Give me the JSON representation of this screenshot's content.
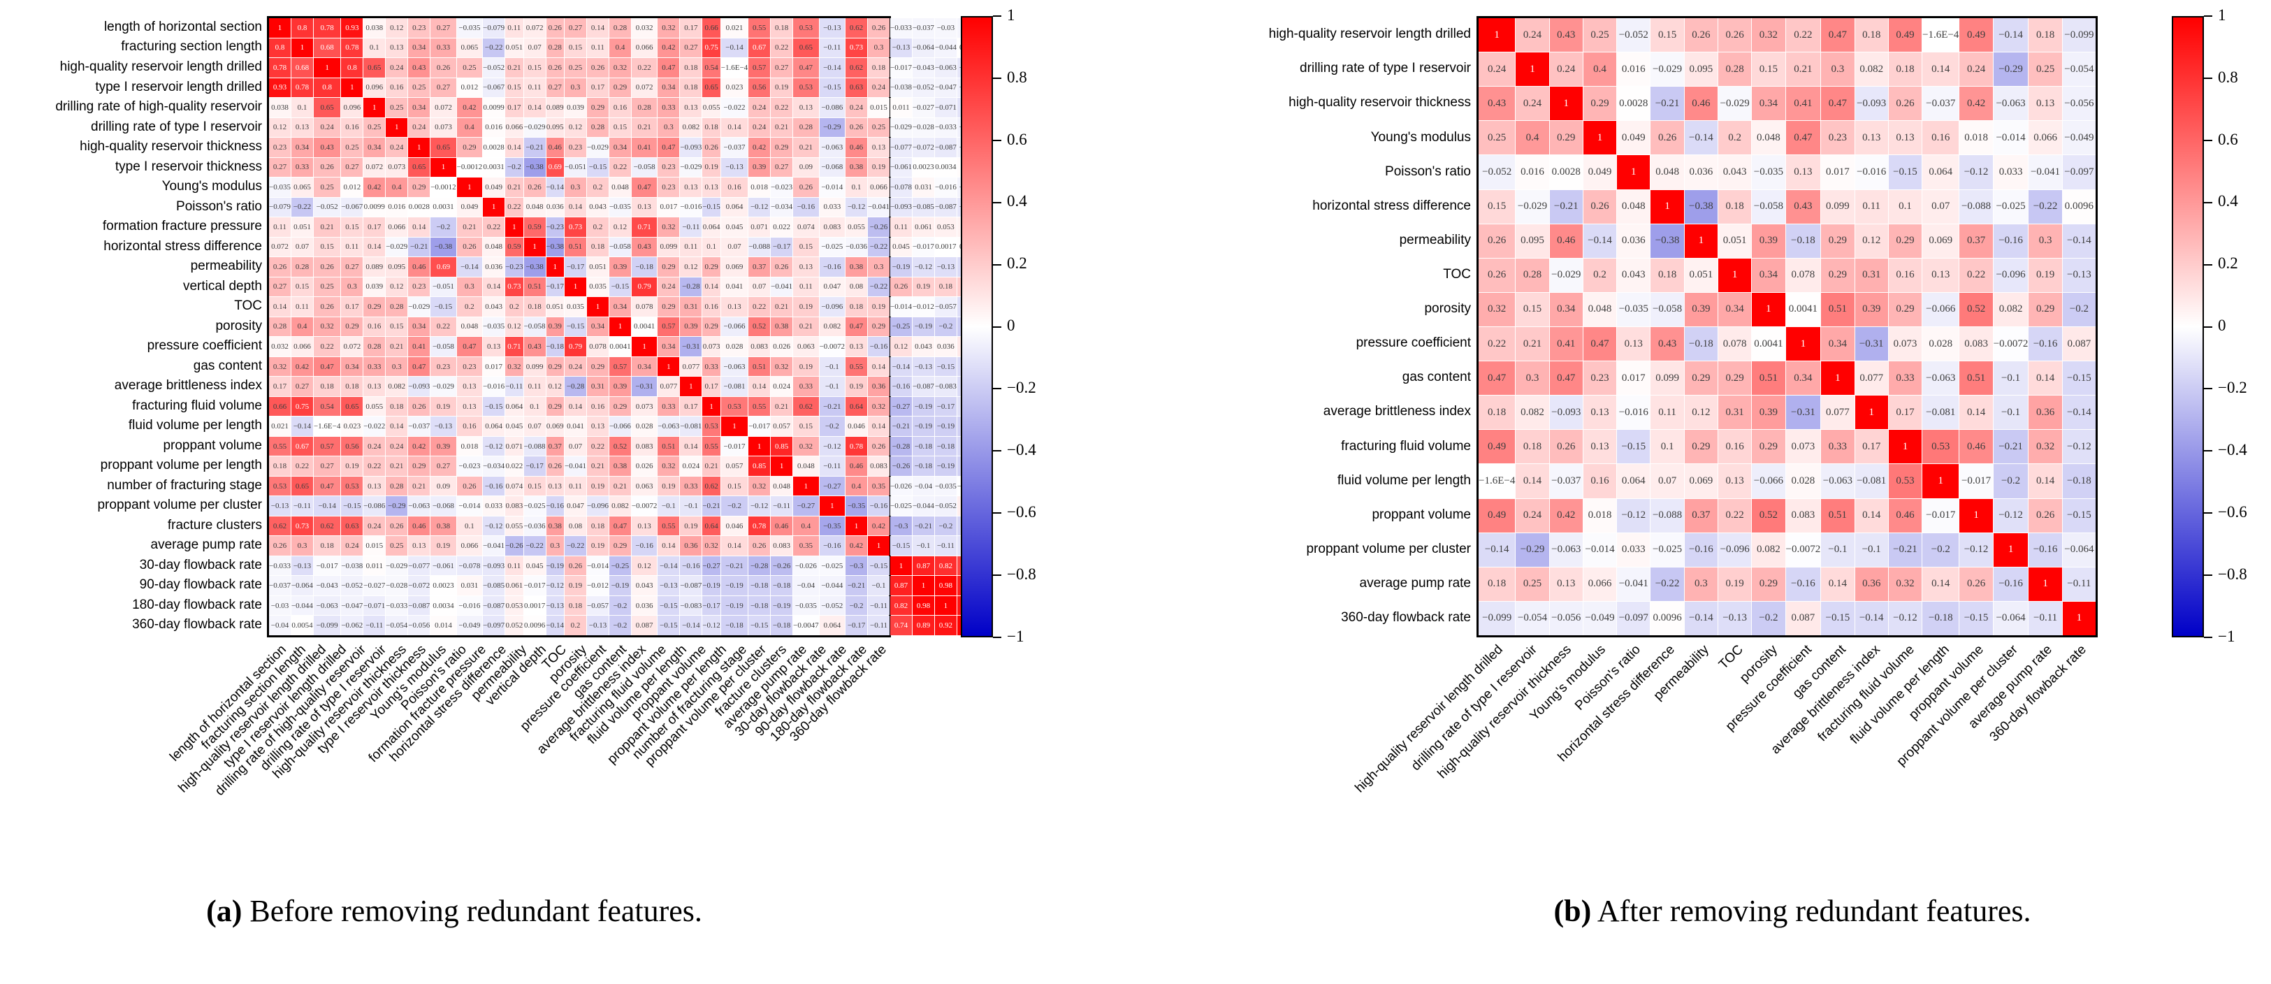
{
  "figure_type": "correlation heatmap comparison",
  "captions": {
    "a": {
      "label": "(a)",
      "text": " Before removing redundant features."
    },
    "b": {
      "label": "(b)",
      "text": " After removing redundant features."
    }
  },
  "colorbar": {
    "ticks": [
      "1",
      "0.8",
      "0.6",
      "0.4",
      "0.2",
      "0",
      "-0.2",
      "-0.4",
      "-0.6",
      "-0.8",
      "-1"
    ],
    "top_color": "#ff0000",
    "mid_color": "#ffffff",
    "bottom_color": "#0000c7"
  },
  "chart_data": [
    {
      "type": "heatmap",
      "panel": "a",
      "title": "(a) Before removing redundant features.",
      "value_range": [
        -1,
        1
      ],
      "colormap": "red-white-blue",
      "legend_position": "right-colorbar",
      "matrix_storage": "lower_triangle_rows_incl_diagonal_symmetric",
      "labels": [
        "length of horizontal section",
        "fracturing section length",
        "high-quality reservoir length drilled",
        "type I reservoir length drilled",
        "drilling rate of high-quality reservoir",
        "drilling rate of type I reservoir",
        "high-quality reservoir thickness",
        "type I reservoir thickness",
        "Young's modulus",
        "Poisson's ratio",
        "formation fracture pressure",
        "horizontal stress difference",
        "permeability",
        "vertical depth",
        "TOC",
        "porosity",
        "pressure coefficient",
        "gas content",
        "average brittleness index",
        "fracturing fluid volume",
        "fluid volume per length",
        "proppant volume",
        "proppant volume per length",
        "number of fracturing stage",
        "proppant volume per cluster",
        "fracture clusters",
        "average pump rate",
        "30-day flowback rate",
        "90-day flowback rate",
        "180-day flowback rate",
        "360-day flowback rate"
      ],
      "values": [
        [
          "1"
        ],
        [
          "0.8",
          "1"
        ],
        [
          "0.78",
          "0.68",
          "1"
        ],
        [
          "0.93",
          "0.78",
          "0.8",
          "1"
        ],
        [
          "0.038",
          "0.1",
          "0.65",
          "0.096",
          "1"
        ],
        [
          "0.12",
          "0.13",
          "0.24",
          "0.16",
          "0.25",
          "1"
        ],
        [
          "0.23",
          "0.34",
          "0.43",
          "0.25",
          "0.34",
          "0.24",
          "1"
        ],
        [
          "0.27",
          "0.33",
          "0.26",
          "0.27",
          "0.072",
          "0.073",
          "0.65",
          "1"
        ],
        [
          "-0.035",
          "0.065",
          "0.25",
          "0.012",
          "0.42",
          "0.4",
          "0.29",
          "-0.0012",
          "1"
        ],
        [
          "-0.079",
          "-0.22",
          "-0.052",
          "-0.067",
          "0.0099",
          "0.016",
          "0.0028",
          "0.0031",
          "0.049",
          "1"
        ],
        [
          "0.11",
          "0.051",
          "0.21",
          "0.15",
          "0.17",
          "0.066",
          "0.14",
          "-0.2",
          "0.21",
          "0.22",
          "1"
        ],
        [
          "0.072",
          "0.07",
          "0.15",
          "0.11",
          "0.14",
          "-0.029",
          "-0.21",
          "-0.38",
          "0.26",
          "0.048",
          "0.59",
          "1"
        ],
        [
          "0.26",
          "0.28",
          "0.26",
          "0.27",
          "0.089",
          "0.095",
          "0.46",
          "0.69",
          "-0.14",
          "0.036",
          "-0.23",
          "-0.38",
          "1"
        ],
        [
          "0.27",
          "0.15",
          "0.25",
          "0.3",
          "0.039",
          "0.12",
          "0.23",
          "-0.051",
          "0.3",
          "0.14",
          "0.73",
          "0.51",
          "-0.17",
          "1"
        ],
        [
          "0.14",
          "0.11",
          "0.26",
          "0.17",
          "0.29",
          "0.28",
          "-0.029",
          "-0.15",
          "0.2",
          "0.043",
          "0.2",
          "0.18",
          "0.051",
          "0.035",
          "1"
        ],
        [
          "0.28",
          "0.4",
          "0.32",
          "0.29",
          "0.16",
          "0.15",
          "0.34",
          "0.22",
          "0.048",
          "-0.035",
          "0.12",
          "-0.058",
          "0.39",
          "-0.15",
          "0.34",
          "1"
        ],
        [
          "0.032",
          "0.066",
          "0.22",
          "0.072",
          "0.28",
          "0.21",
          "0.41",
          "-0.058",
          "0.47",
          "0.13",
          "0.71",
          "0.43",
          "-0.18",
          "0.79",
          "0.078",
          "0.0041",
          "1"
        ],
        [
          "0.32",
          "0.42",
          "0.47",
          "0.34",
          "0.33",
          "0.3",
          "0.47",
          "0.23",
          "0.23",
          "0.017",
          "0.32",
          "0.099",
          "0.29",
          "0.24",
          "0.29",
          "0.57",
          "0.34",
          "1"
        ],
        [
          "0.17",
          "0.27",
          "0.18",
          "0.18",
          "0.13",
          "0.082",
          "-0.093",
          "-0.029",
          "0.13",
          "-0.016",
          "-0.11",
          "0.11",
          "0.12",
          "-0.28",
          "0.31",
          "0.39",
          "-0.31",
          "0.077",
          "1"
        ],
        [
          "0.66",
          "0.75",
          "0.54",
          "0.65",
          "0.055",
          "0.18",
          "0.26",
          "0.19",
          "0.13",
          "-0.15",
          "0.064",
          "0.1",
          "0.29",
          "0.14",
          "0.16",
          "0.29",
          "0.073",
          "0.33",
          "0.17",
          "1"
        ],
        [
          "0.021",
          "-0.14",
          "-1.6E-4",
          "0.023",
          "-0.022",
          "0.14",
          "-0.037",
          "-0.13",
          "0.16",
          "0.064",
          "0.045",
          "0.07",
          "0.069",
          "0.041",
          "0.13",
          "-0.066",
          "0.028",
          "-0.063",
          "-0.081",
          "0.53",
          "1"
        ],
        [
          "0.55",
          "0.67",
          "0.57",
          "0.56",
          "0.24",
          "0.24",
          "0.42",
          "0.39",
          "0.018",
          "-0.12",
          "0.071",
          "-0.088",
          "0.37",
          "0.07",
          "0.22",
          "0.52",
          "0.083",
          "0.51",
          "0.14",
          "0.55",
          "-0.017",
          "1"
        ],
        [
          "0.18",
          "0.22",
          "0.27",
          "0.19",
          "0.22",
          "0.21",
          "0.29",
          "0.27",
          "-0.023",
          "-0.034",
          "0.022",
          "-0.17",
          "0.26",
          "-0.041",
          "0.21",
          "0.38",
          "0.026",
          "0.32",
          "0.024",
          "0.21",
          "0.057",
          "0.85",
          "1"
        ],
        [
          "0.53",
          "0.65",
          "0.47",
          "0.53",
          "0.13",
          "0.28",
          "0.21",
          "0.09",
          "0.26",
          "-0.16",
          "0.074",
          "0.15",
          "0.13",
          "0.11",
          "0.19",
          "0.21",
          "0.063",
          "0.19",
          "0.33",
          "0.62",
          "0.15",
          "0.32",
          "0.048",
          "1"
        ],
        [
          "-0.13",
          "-0.11",
          "-0.14",
          "-0.15",
          "-0.086",
          "-0.29",
          "-0.063",
          "-0.068",
          "-0.014",
          "0.033",
          "0.083",
          "-0.025",
          "-0.16",
          "0.047",
          "-0.096",
          "0.082",
          "-0.0072",
          "-0.1",
          "-0.1",
          "-0.21",
          "-0.2",
          "-0.12",
          "-0.11",
          "-0.27",
          "1"
        ],
        [
          "0.62",
          "0.73",
          "0.62",
          "0.63",
          "0.24",
          "0.26",
          "0.46",
          "0.38",
          "0.1",
          "-0.12",
          "0.055",
          "-0.036",
          "0.38",
          "0.08",
          "0.18",
          "0.47",
          "0.13",
          "0.55",
          "0.19",
          "0.64",
          "0.046",
          "0.78",
          "0.46",
          "0.4",
          "-0.35",
          "1"
        ],
        [
          "0.26",
          "0.3",
          "0.18",
          "0.24",
          "0.015",
          "0.25",
          "0.13",
          "0.19",
          "0.066",
          "-0.041",
          "-0.26",
          "-0.22",
          "0.3",
          "-0.22",
          "0.19",
          "0.29",
          "-0.16",
          "0.14",
          "0.36",
          "0.32",
          "0.14",
          "0.26",
          "0.083",
          "0.35",
          "-0.16",
          "0.42",
          "1"
        ],
        [
          "-0.033",
          "-0.13",
          "-0.017",
          "-0.038",
          "0.011",
          "-0.029",
          "-0.077",
          "-0.061",
          "-0.078",
          "-0.093",
          "0.11",
          "0.045",
          "-0.19",
          "0.26",
          "-0.014",
          "-0.25",
          "0.12",
          "-0.14",
          "-0.16",
          "-0.27",
          "-0.21",
          "-0.28",
          "-0.26",
          "-0.026",
          "-0.025",
          "-0.3",
          "-0.15",
          "1"
        ],
        [
          "-0.037",
          "-0.064",
          "-0.043",
          "-0.052",
          "-0.027",
          "-0.028",
          "-0.072",
          "0.0023",
          "0.031",
          "-0.085",
          "0.061",
          "-0.017",
          "-0.12",
          "0.19",
          "-0.012",
          "-0.19",
          "0.043",
          "-0.13",
          "-0.087",
          "-0.19",
          "-0.19",
          "-0.18",
          "-0.18",
          "-0.04",
          "-0.044",
          "-0.21",
          "-0.1",
          "0.87",
          "1"
        ],
        [
          "-0.03",
          "-0.044",
          "-0.063",
          "-0.047",
          "-0.071",
          "-0.033",
          "-0.087",
          "0.0034",
          "-0.016",
          "-0.087",
          "0.053",
          "0.0017",
          "-0.13",
          "0.18",
          "-0.057",
          "-0.2",
          "0.036",
          "-0.15",
          "-0.083",
          "-0.17",
          "-0.19",
          "-0.18",
          "-0.19",
          "-0.035",
          "-0.052",
          "-0.2",
          "-0.11",
          "0.82",
          "0.98",
          "1"
        ],
        [
          "-0.04",
          "0.0054",
          "-0.099",
          "-0.062",
          "-0.11",
          "-0.054",
          "-0.056",
          "0.014",
          "-0.049",
          "-0.097",
          "0.052",
          "0.0096",
          "-0.14",
          "0.2",
          "-0.13",
          "-0.2",
          "0.087",
          "-0.15",
          "-0.14",
          "-0.12",
          "-0.18",
          "-0.15",
          "-0.18",
          "-0.0047",
          "0.064",
          "-0.17",
          "-0.11",
          "0.74",
          "0.89",
          "0.92",
          "1"
        ]
      ]
    },
    {
      "type": "heatmap",
      "panel": "b",
      "title": "(b) After removing redundant features.",
      "value_range": [
        -1,
        1
      ],
      "colormap": "red-white-blue",
      "legend_position": "right-colorbar",
      "matrix_storage": "lower_triangle_rows_incl_diagonal_symmetric",
      "labels": [
        "high-quality reservoir length drilled",
        "drilling rate of type I reservoir",
        "high-quality reservoir thickness",
        "Young's modulus",
        "Poisson's ratio",
        "horizontal stress difference",
        "permeability",
        "TOC",
        "porosity",
        "pressure coefficient",
        "gas content",
        "average brittleness index",
        "fracturing fluid volume",
        "fluid volume per length",
        "proppant volume",
        "proppant volume per cluster",
        "average pump rate",
        "360-day flowback rate"
      ],
      "values": [
        [
          "1"
        ],
        [
          "0.24",
          "1"
        ],
        [
          "0.43",
          "0.24",
          "1"
        ],
        [
          "0.25",
          "0.4",
          "0.29",
          "1"
        ],
        [
          "-0.052",
          "0.016",
          "0.0028",
          "0.049",
          "1"
        ],
        [
          "0.15",
          "-0.029",
          "-0.21",
          "0.26",
          "0.048",
          "1"
        ],
        [
          "0.26",
          "0.095",
          "0.46",
          "-0.14",
          "0.036",
          "-0.38",
          "1"
        ],
        [
          "0.26",
          "0.28",
          "-0.029",
          "0.2",
          "0.043",
          "0.18",
          "0.051",
          "1"
        ],
        [
          "0.32",
          "0.15",
          "0.34",
          "0.048",
          "-0.035",
          "-0.058",
          "0.39",
          "0.34",
          "1"
        ],
        [
          "0.22",
          "0.21",
          "0.41",
          "0.47",
          "0.13",
          "0.43",
          "-0.18",
          "0.078",
          "0.0041",
          "1"
        ],
        [
          "0.47",
          "0.3",
          "0.47",
          "0.23",
          "0.017",
          "0.099",
          "0.29",
          "0.29",
          "0.51",
          "0.34",
          "1"
        ],
        [
          "0.18",
          "0.082",
          "-0.093",
          "0.13",
          "-0.016",
          "0.11",
          "0.12",
          "0.31",
          "0.39",
          "-0.31",
          "0.077",
          "1"
        ],
        [
          "0.49",
          "0.18",
          "0.26",
          "0.13",
          "-0.15",
          "0.1",
          "0.29",
          "0.16",
          "0.29",
          "0.073",
          "0.33",
          "0.17",
          "1"
        ],
        [
          "-1.6E-4",
          "0.14",
          "-0.037",
          "0.16",
          "0.064",
          "0.07",
          "0.069",
          "0.13",
          "-0.066",
          "0.028",
          "-0.063",
          "-0.081",
          "0.53",
          "1"
        ],
        [
          "0.49",
          "0.24",
          "0.42",
          "0.018",
          "-0.12",
          "-0.088",
          "0.37",
          "0.22",
          "0.52",
          "0.083",
          "0.51",
          "0.14",
          "0.46",
          "-0.017",
          "1"
        ],
        [
          "-0.14",
          "-0.29",
          "-0.063",
          "-0.014",
          "0.033",
          "-0.025",
          "-0.16",
          "-0.096",
          "0.082",
          "-0.0072",
          "-0.1",
          "-0.1",
          "-0.21",
          "-0.2",
          "-0.12",
          "1"
        ],
        [
          "0.18",
          "0.25",
          "0.13",
          "0.066",
          "-0.041",
          "-0.22",
          "0.3",
          "0.19",
          "0.29",
          "-0.16",
          "0.14",
          "0.36",
          "0.32",
          "0.14",
          "0.26",
          "-0.16",
          "1"
        ],
        [
          "-0.099",
          "-0.054",
          "-0.056",
          "-0.049",
          "-0.097",
          "0.0096",
          "-0.14",
          "-0.13",
          "-0.2",
          "0.087",
          "-0.15",
          "-0.14",
          "-0.12",
          "-0.18",
          "-0.15",
          "-0.064",
          "-0.11",
          "1"
        ]
      ]
    }
  ]
}
